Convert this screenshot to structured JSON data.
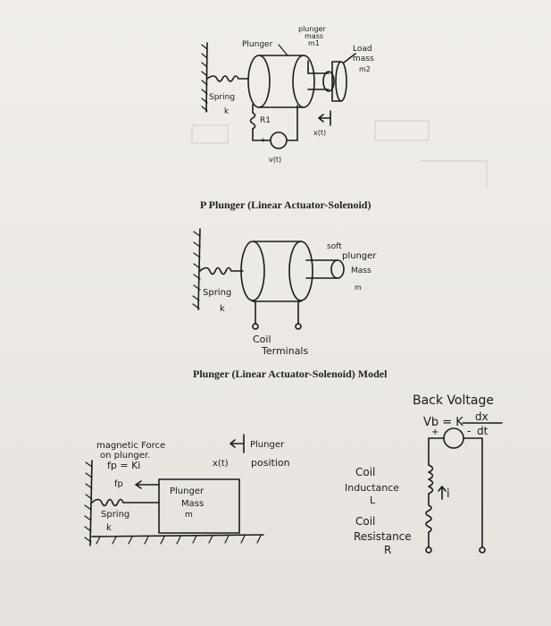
{
  "figure1": {
    "caption": "P Plunger (Linear Actuator-Solenoid)",
    "labels": {
      "plunger": "Plunger",
      "plunger_mass_1": "plunger",
      "plunger_mass_2": "mass",
      "plunger_mass_3": "m1",
      "load_1": "Load",
      "load_2": "mass",
      "load_3": "m2",
      "spring": "Spring",
      "k": "k",
      "resistor": "R1",
      "position": "x(t)",
      "voltage": "v(t)",
      "plus": "+",
      "minus": "-"
    }
  },
  "figure2": {
    "caption": "Plunger (Linear Actuator-Solenoid) Model",
    "labels": {
      "soft": "soft",
      "plunger": "plunger",
      "mass": "Mass",
      "m": "m",
      "spring": "Spring",
      "k": "k",
      "coil_1": "Coil",
      "coil_2": "Terminals"
    }
  },
  "figure3": {
    "labels": {
      "mag_1": "magnetic Force",
      "mag_2": "on plunger.",
      "mag_3": "fp = Ki",
      "fp": "fp",
      "position_var": "x(t)",
      "position_1": "Plunger",
      "position_2": "position",
      "block_1": "Plunger",
      "block_2": "Mass",
      "block_3": "m",
      "spring": "Spring",
      "k": "k"
    }
  },
  "figure4": {
    "labels": {
      "back_1": "Back Voltage",
      "back_eq": "Vb = K",
      "dx": "dx",
      "dt": "dt",
      "plus": "+",
      "minus": "-",
      "ind_1": "Coil",
      "ind_2": "Inductance",
      "ind_3": "L",
      "current": "i",
      "res_1": "Coil",
      "res_2": "Resistance",
      "res_3": "R"
    }
  }
}
